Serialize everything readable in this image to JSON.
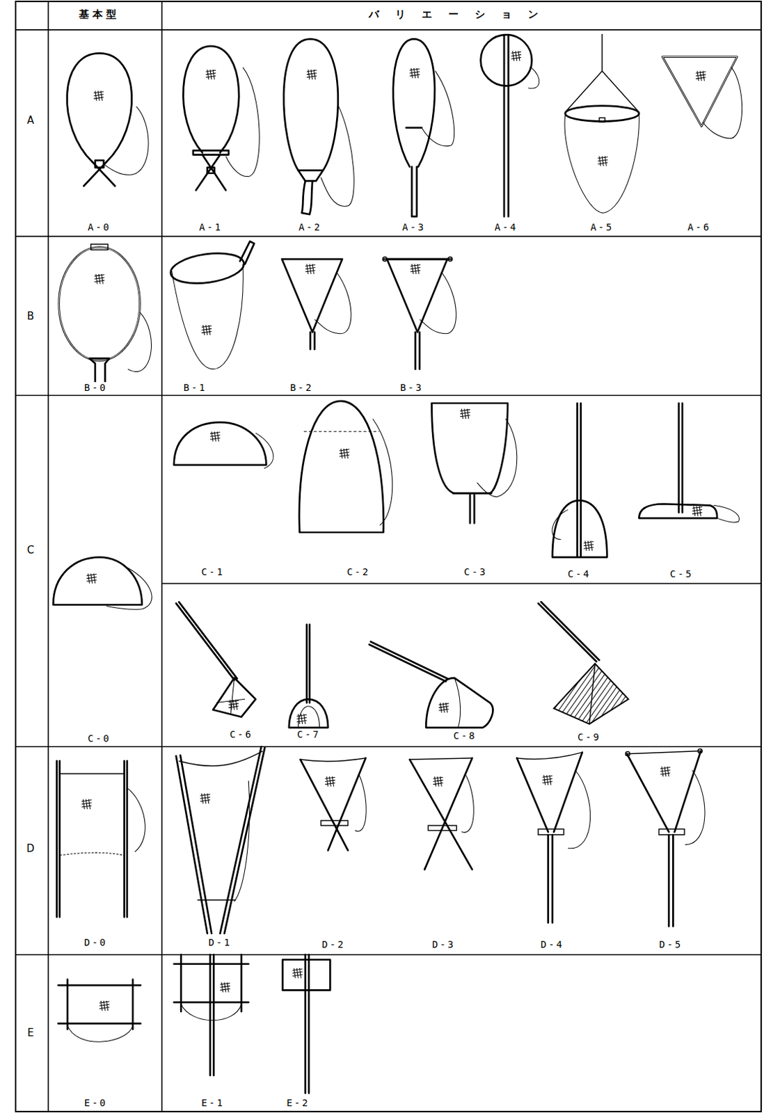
{
  "diagram": {
    "labels": [
      "基本型",
      "バリエーション",
      "A",
      "A-0",
      "A-1",
      "A-2",
      "A-3",
      "A-4",
      "A-5",
      "A-6",
      "B",
      "B-0",
      "B-1",
      "B-2",
      "B-3",
      "C",
      "C-1",
      "C-2",
      "C-3",
      "C-4",
      "C-5",
      "C-0",
      "C-6",
      "C-7",
      "C-8",
      "C-9",
      "D",
      "D-0",
      "D-1",
      "D-2",
      "D-3",
      "D-4",
      "D-5",
      "E",
      "E-0",
      "E-1",
      "E-2"
    ]
  }
}
